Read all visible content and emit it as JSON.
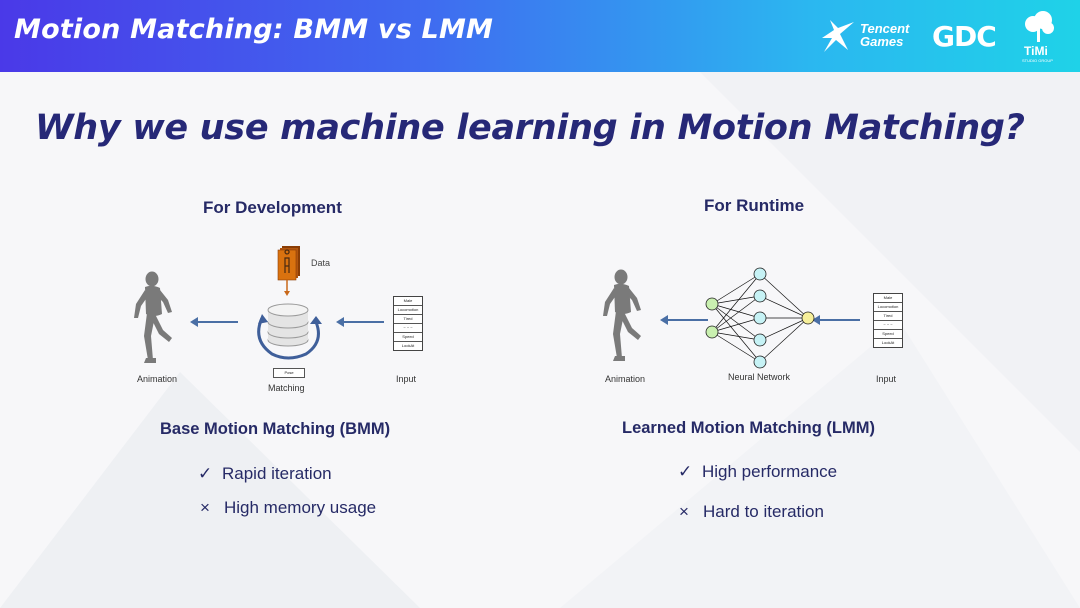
{
  "header": {
    "title": "Motion Matching: BMM vs LMM",
    "logos": {
      "tencent_line1": "Tencent",
      "tencent_line2": "Games",
      "gdc": "GDC",
      "timi": "TiMi",
      "timi_sub": "STUDIO GROUP"
    }
  },
  "main_title": "Why we use machine learning in Motion Matching?",
  "left": {
    "heading": "For Development",
    "data_label": "Data",
    "pose_label": "Pose",
    "animation_label": "Animation",
    "matching_label": "Matching",
    "input_label": "Input",
    "method": "Base Motion Matching (BMM)",
    "pros": [
      {
        "mark": "✓",
        "text": "Rapid iteration"
      }
    ],
    "cons": [
      {
        "mark": "×",
        "text": "High memory usage"
      }
    ]
  },
  "right": {
    "heading": "For Runtime",
    "animation_label": "Animation",
    "network_label": "Neural Network",
    "input_label": "Input",
    "method": "Learned Motion Matching (LMM)",
    "pros": [
      {
        "mark": "✓",
        "text": "High performance"
      }
    ],
    "cons": [
      {
        "mark": "×",
        "text": "Hard to iteration"
      }
    ]
  },
  "input_rows": [
    "Male",
    "Locomotion",
    "Tired",
    "~ ~ ~",
    "Speed",
    "LookAt"
  ],
  "colors": {
    "accent": "#262877",
    "header_start": "#4a39e8",
    "header_end": "#1fd2e8",
    "arrow": "#4a6fa5",
    "node_green": "#c9f0b0",
    "node_cyan": "#c6f2f5",
    "node_yellow": "#f6ef9a"
  },
  "icons": [
    "tencent-logo",
    "gdc-logo",
    "timi-logo",
    "runner-figure-icon",
    "database-icon",
    "data-stack-icon",
    "neural-network-icon",
    "input-panel-icon",
    "check-icon",
    "cross-icon"
  ]
}
